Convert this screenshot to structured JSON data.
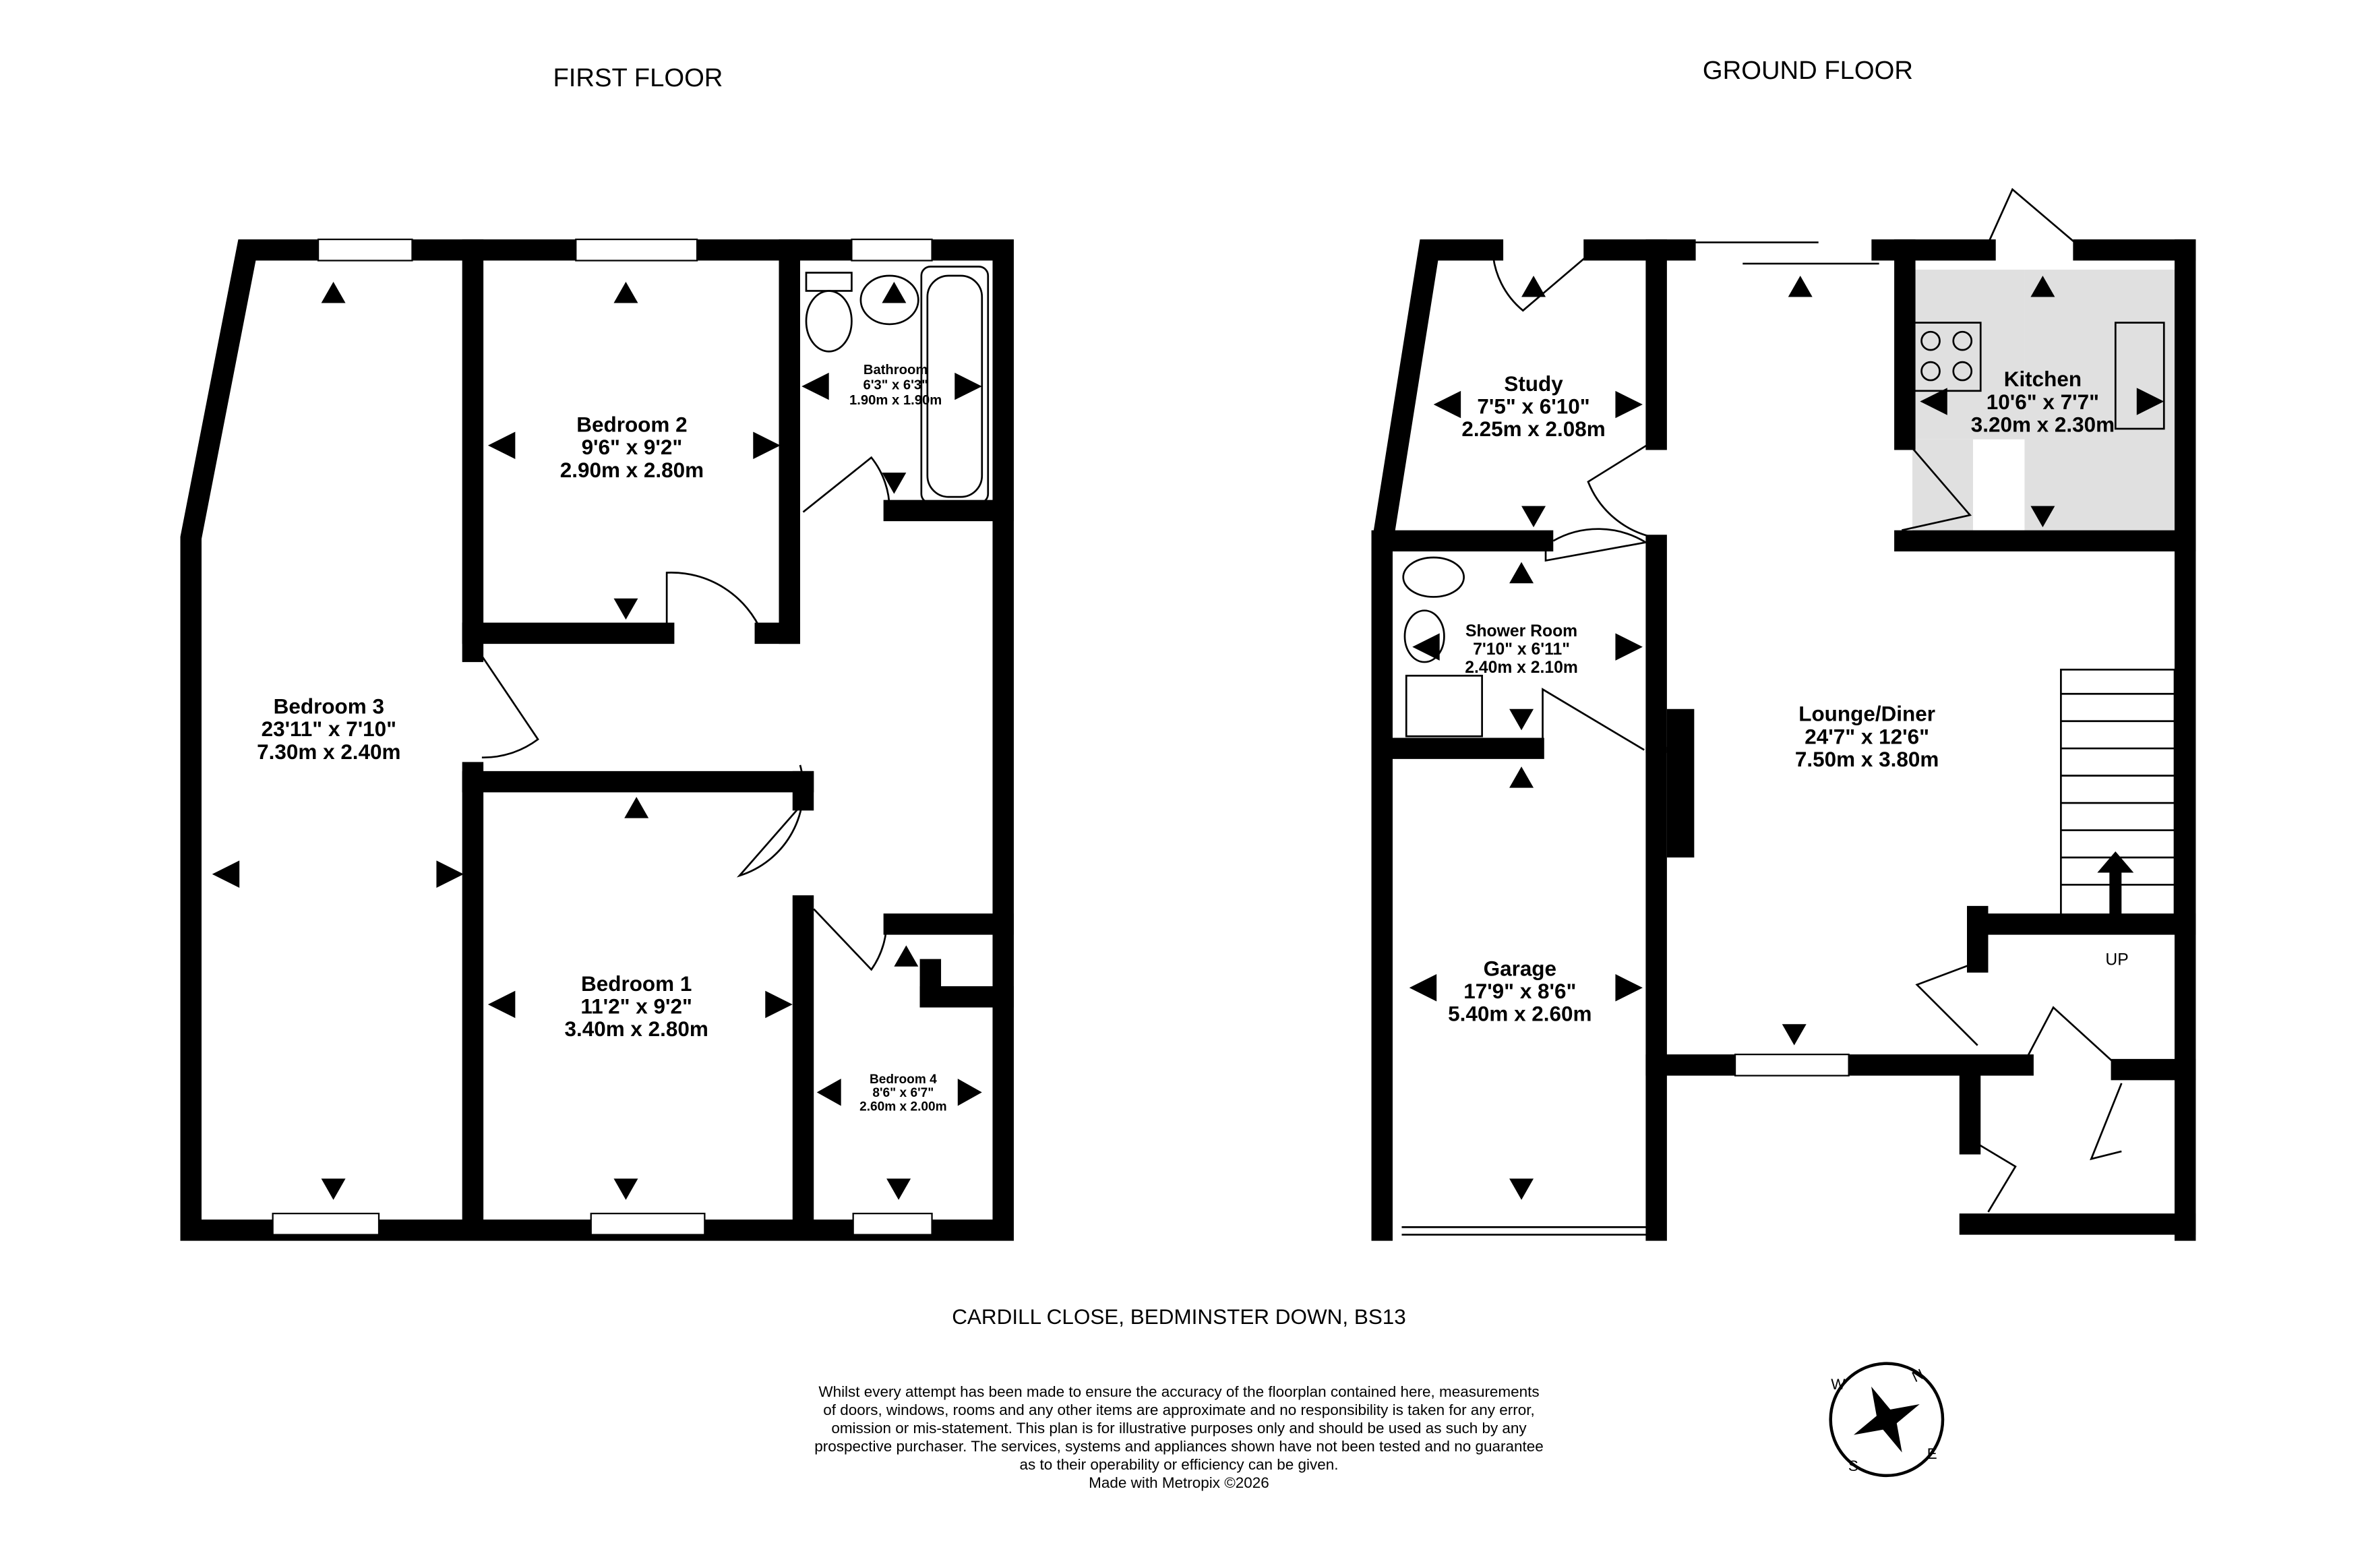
{
  "first_floor": {
    "title": "FIRST FLOOR",
    "rooms": [
      {
        "name": "Bedroom 3",
        "imperial": "23'11\"  x 7'10\"",
        "metric": "7.30m  x 2.40m"
      },
      {
        "name": "Bedroom 2",
        "imperial": "9'6\"  x 9'2\"",
        "metric": "2.90m  x 2.80m"
      },
      {
        "name": "Bathroom",
        "imperial": "6'3\"  x 6'3\"",
        "metric": "1.90m  x 1.90m"
      },
      {
        "name": "Bedroom 1",
        "imperial": "11'2\"  x 9'2\"",
        "metric": "3.40m  x 2.80m"
      },
      {
        "name": "Bedroom 4",
        "imperial": "8'6\"  x 6'7\"",
        "metric": "2.60m  x 2.00m"
      }
    ]
  },
  "ground_floor": {
    "title": "GROUND FLOOR",
    "rooms": [
      {
        "name": "Study",
        "imperial": "7'5\"  x 6'10\"",
        "metric": "2.25m  x 2.08m"
      },
      {
        "name": "Kitchen",
        "imperial": "10'6\"  x 7'7\"",
        "metric": "3.20m  x 2.30m"
      },
      {
        "name": "Shower Room",
        "imperial": "7'10\"  x 6'11\"",
        "metric": "2.40m  x 2.10m"
      },
      {
        "name": "Lounge/Diner",
        "imperial": "24'7\"  x 12'6\"",
        "metric": "7.50m  x 3.80m"
      },
      {
        "name": "Garage",
        "imperial": "17'9\"  x 8'6\"",
        "metric": "5.40m  x 2.60m"
      }
    ],
    "stairs_label": "UP"
  },
  "address": "CARDILL CLOSE, BEDMINSTER DOWN, BS13",
  "disclaimer": [
    "Whilst every attempt has been made to ensure the accuracy of the floorplan contained here, measurements",
    "of doors, windows, rooms and any other items are approximate and no responsibility is taken for any error,",
    "omission or mis-statement. This plan is for illustrative purposes only and should be used as such by any",
    "prospective purchaser. The services, systems and appliances shown have not been tested and no guarantee",
    "as to their operability or efficiency can be given.",
    "Made with Metropix ©2026"
  ],
  "compass": {
    "n": "N",
    "e": "E",
    "s": "S",
    "w": "W"
  },
  "colors": {
    "walls": "#000000",
    "kitchen_fill": "#e0e0e0"
  }
}
